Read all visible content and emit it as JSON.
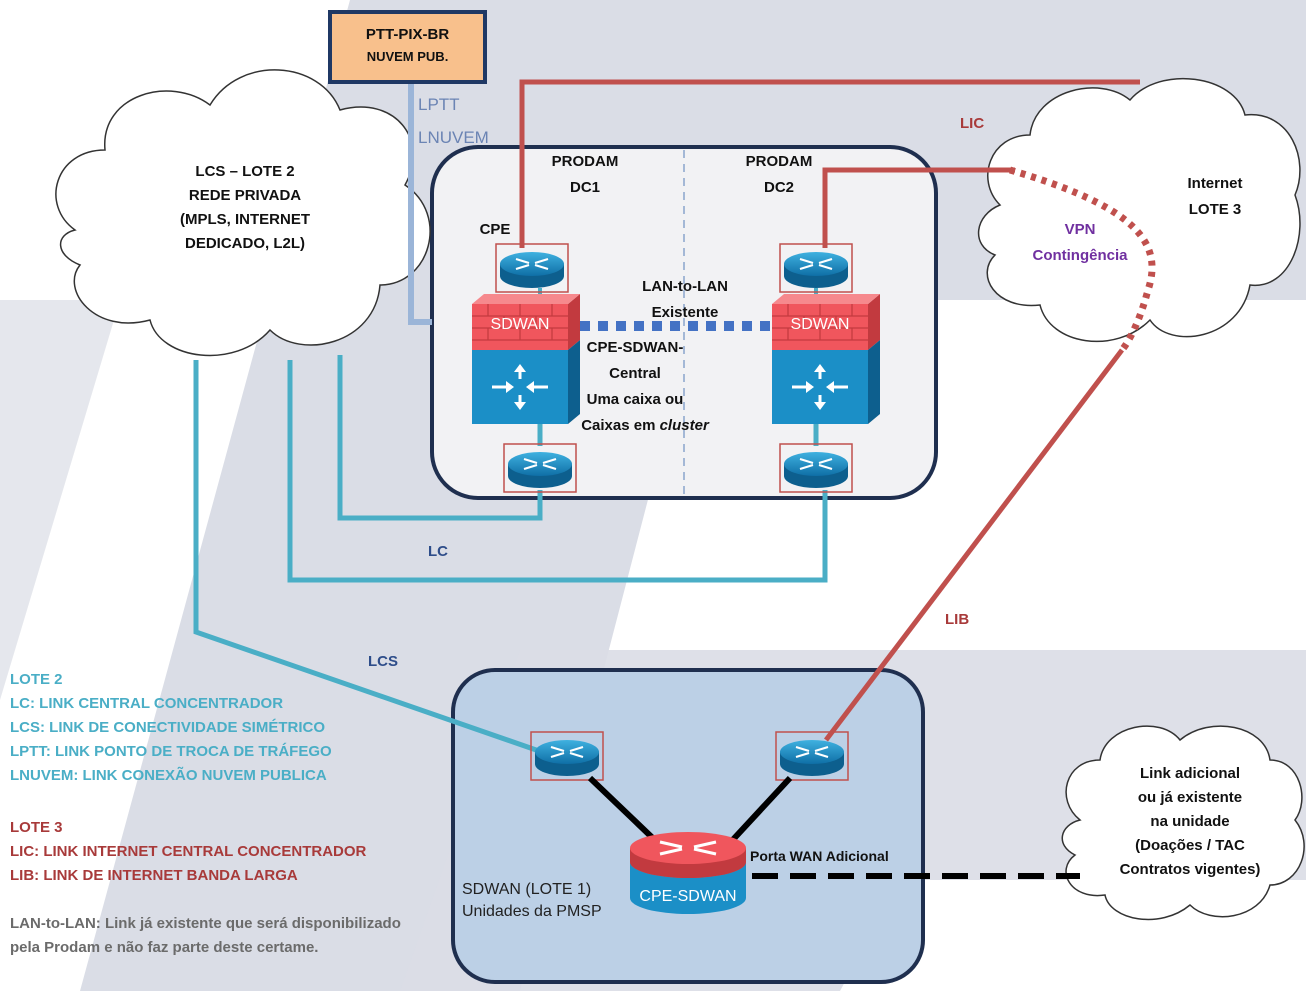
{
  "ptt_box": {
    "line1": "PTT-PIX-BR",
    "line2": "NUVEM PUB."
  },
  "link_labels": {
    "lptt": "LPTT",
    "lnuvem": "LNUVEM",
    "lic": "LIC",
    "lc": "LC",
    "lcs": "LCS",
    "lib": "LIB"
  },
  "cloud_lcs": [
    "LCS – LOTE 2",
    "REDE PRIVADA",
    "(MPLS, INTERNET",
    "DEDICADO, L2L)"
  ],
  "cloud_internet": {
    "line1": "Internet",
    "line2": "LOTE 3",
    "vpn1": "VPN",
    "vpn2": "Contingência"
  },
  "cloud_adicional": [
    "Link adicional",
    "ou já existente",
    "na unidade",
    "(Doações / TAC",
    "Contratos vigentes)"
  ],
  "dc1": {
    "line1": "PRODAM",
    "line2": "DC1",
    "cpe": "CPE"
  },
  "dc2": {
    "line1": "PRODAM",
    "line2": "DC2"
  },
  "lan_to_lan": {
    "line1": "LAN-to-LAN",
    "line2": "Existente"
  },
  "cpe_central": {
    "line1": "CPE-SDWAN-",
    "line2": "Central",
    "line3": "Uma caixa ou",
    "line4_prefix": "Caixas em ",
    "line4_italic": "cluster"
  },
  "sdwan_label": "SDWAN",
  "unit_box": {
    "line1": "SDWAN (LOTE 1)",
    "line2": "Unidades da PMSP"
  },
  "cpe_sdwan": "CPE-SDWAN",
  "porta_wan": "Porta WAN Adicional",
  "legend": {
    "lote2_title": "LOTE 2",
    "lote2_items": [
      "LC:  LINK CENTRAL CONCENTRADOR",
      "LCS: LINK DE CONECTIVIDADE SIMÉTRICO",
      "LPTT: LINK PONTO DE TROCA DE TRÁFEGO",
      "LNUVEM: LINK CONEXÃO NUVEM PUBLICA"
    ],
    "lote3_title": "LOTE 3",
    "lote3_items": [
      "LIC: LINK INTERNET CENTRAL CONCENTRADOR",
      "LIB: LINK DE INTERNET BANDA LARGA"
    ],
    "note": "LAN-to-LAN: Link já existente que será disponibilizado pela Prodam e não faz parte deste certame."
  },
  "colors": {
    "teal": "#4aaec6",
    "red": "#c0504d",
    "navy": "#1f3864",
    "router_blue": "#1b8fc7",
    "firewall_red": "#f0565d",
    "ptt_fill": "#f8c08c"
  }
}
